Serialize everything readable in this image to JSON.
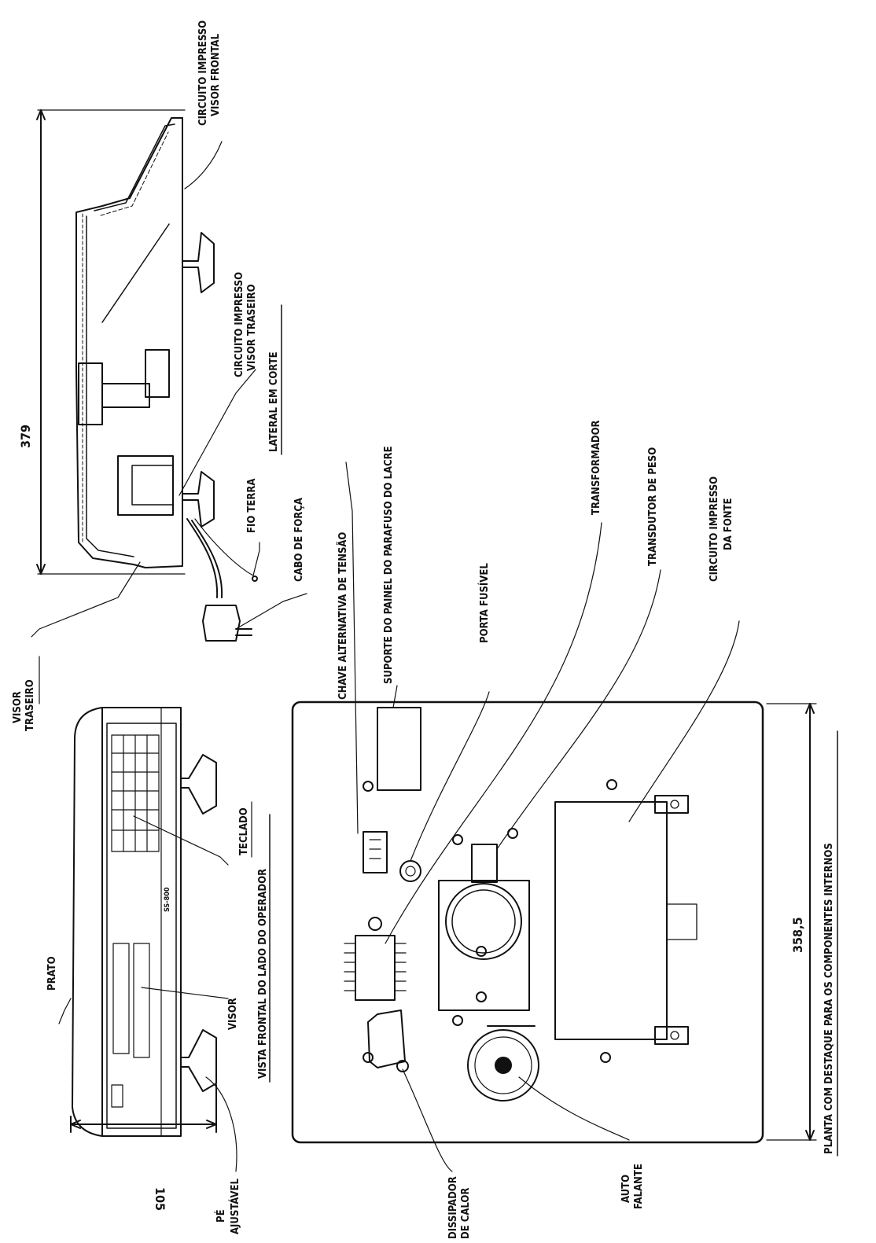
{
  "dimensions": {
    "total_length": "379",
    "height": "105",
    "width": "358,5"
  },
  "views": {
    "side_section": "LATERAL EM CORTE",
    "front_view": "VISTA FRONTAL DO LADO DO OPERADOR",
    "plan_view": "PLANTA COM DESTAQUE PARA OS COMPONENTES INTERNOS"
  },
  "labels": {
    "front_display_board_1": "CIRCUITO IMPRESSO",
    "front_display_board_2": "VISOR FRONTAL",
    "rear_display_board_1": "CIRCUITO IMPRESSO",
    "rear_display_board_2": "VISOR TRASEIRO",
    "earth_wire": "FIO TERRA",
    "power_cable": "CABO DE FORÇA",
    "rear_display_1": "VISOR",
    "rear_display_2": "TRASEIRO",
    "platter": "PRATO",
    "display": "VISOR",
    "keypad": "TECLADO",
    "adjustable_foot_1": "PÉ",
    "adjustable_foot_2": "AJUSTÁVEL",
    "voltage_switch": "CHAVE ALTERNATIVA DE TENSÃO",
    "seal_bracket": "SUPORTE DO PAINEL DO PARAFUSO DO LACRE",
    "fuse_holder": "PORTA FUSÍVEL",
    "transformer": "TRANSFORMADOR",
    "load_cell": "TRANSDUTOR DE PESO",
    "psu_board_1": "CIRCUITO IMPRESSO",
    "psu_board_2": "DA FONTE",
    "heatsink_1": "DISSIPADOR",
    "heatsink_2": "DE CALOR",
    "speaker_1": "AUTO",
    "speaker_2": "FALANTE"
  },
  "front_panel": {
    "model": "SS-800"
  }
}
